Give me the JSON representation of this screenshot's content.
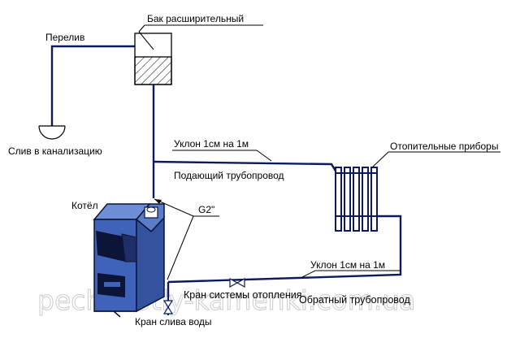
{
  "labels": {
    "expansion_tank": "Бак расширительный",
    "overflow": "Перелив",
    "drain_to_sewer": "Слив в канализацию",
    "slope_top": "Уклон 1см на 1м",
    "supply_pipe": "Подающий трубопровод",
    "heating_devices": "Отопительные приборы",
    "boiler": "Котёл",
    "g2": "G2\"",
    "slope_bottom": "Уклон 1см на 1м",
    "system_valve": "Кран системы отопления",
    "return_pipe": "Обратный трубопровод",
    "drain_valve": "Кран слива воды"
  },
  "watermark": "pechi-kotly-kamenki.com.ua",
  "colors": {
    "pipe": "#0d1a5c",
    "boiler_body": "#3f63b8",
    "boiler_top": "#6e8fd6",
    "boiler_dark": "#0c1438",
    "line": "#000000",
    "watermark": "#c2c2c2"
  }
}
